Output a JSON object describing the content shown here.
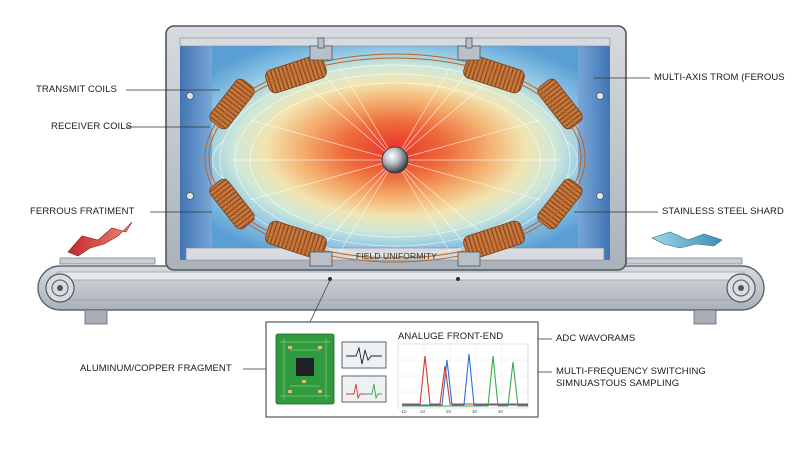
{
  "labels": {
    "transmit_coils": "TRANSMIT COILS",
    "receiver_coils": "RECEIVER COILS",
    "ferrous_fragment": "FERROUS FRATIMENT",
    "multi_axis": "MULTI-AXIS TROM (FEROUS",
    "stainless_shard": "STAINLESS STEEL SHARD",
    "field_uniformity": "FIELD UNIFORMITY",
    "aluminum_copper": "ALUMINUM/COPPER FRAGMENT",
    "analog_front_end": "ANALUGE FRONT-END",
    "adc_waveforms": "ADC WAVORAMS",
    "multi_frequency_line1": "MULTI-FREQUENCY SWITCHING",
    "multi_frequency_line2": "SIMNUASTOUS SAMPLING"
  },
  "colors": {
    "field_hot": "#e8352b",
    "field_cool": "#2f6fb5",
    "coil_copper": "#c9793e",
    "frame_steel": "#9aa3ad",
    "pcb_green": "#2f9a3e",
    "trace_red": "#d63a2a",
    "trace_blue": "#2a6fd6",
    "trace_green": "#3aa84a"
  },
  "icons": {
    "sphere": "metal-sphere",
    "chip": "pcb-board",
    "scope": "oscilloscope-screen"
  }
}
